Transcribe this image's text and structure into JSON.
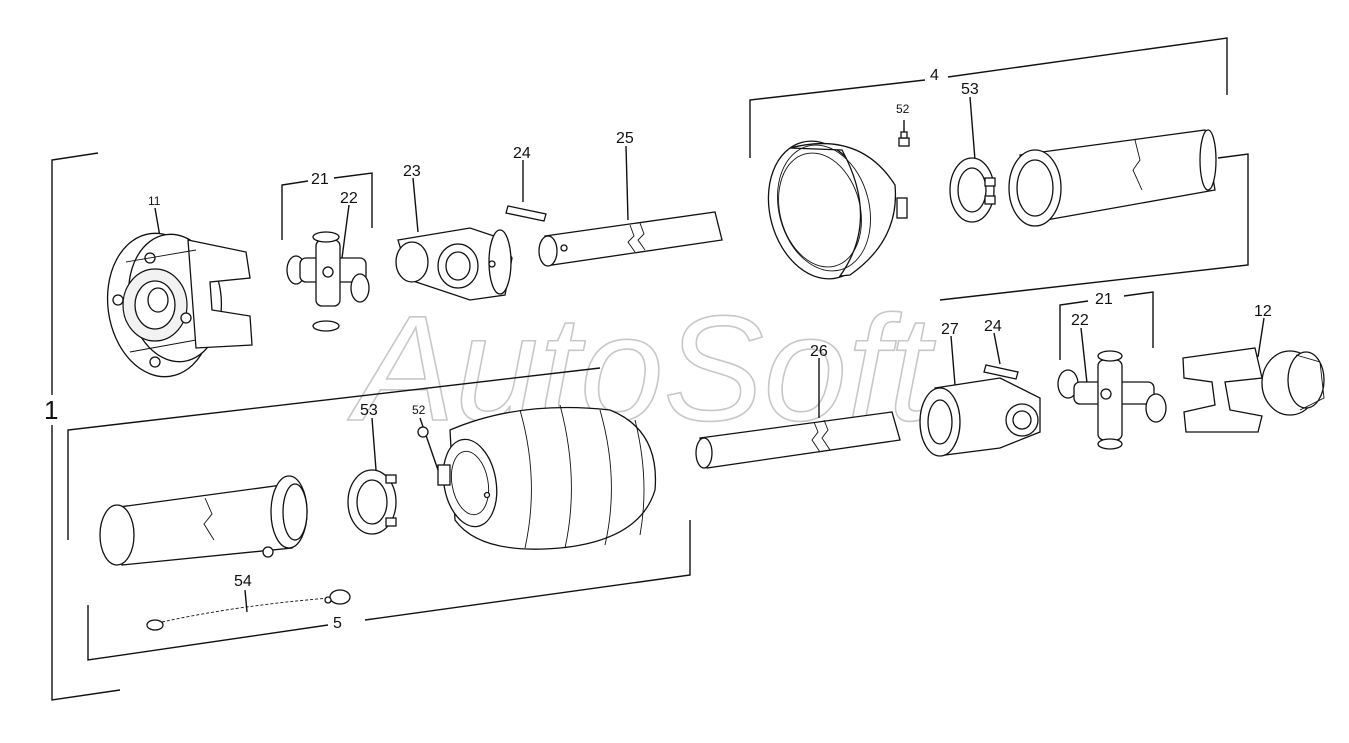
{
  "watermark": "AutoSoft",
  "labels": {
    "l1": "1",
    "l4": "4",
    "l5": "5",
    "l11": "11",
    "l12": "12",
    "l21a": "21",
    "l21b": "21",
    "l22a": "22",
    "l22b": "22",
    "l23": "23",
    "l24a": "24",
    "l24b": "24",
    "l25": "25",
    "l26": "26",
    "l27": "27",
    "l52a": "52",
    "l52b": "52",
    "l53a": "53",
    "l53b": "53",
    "l54": "54"
  }
}
